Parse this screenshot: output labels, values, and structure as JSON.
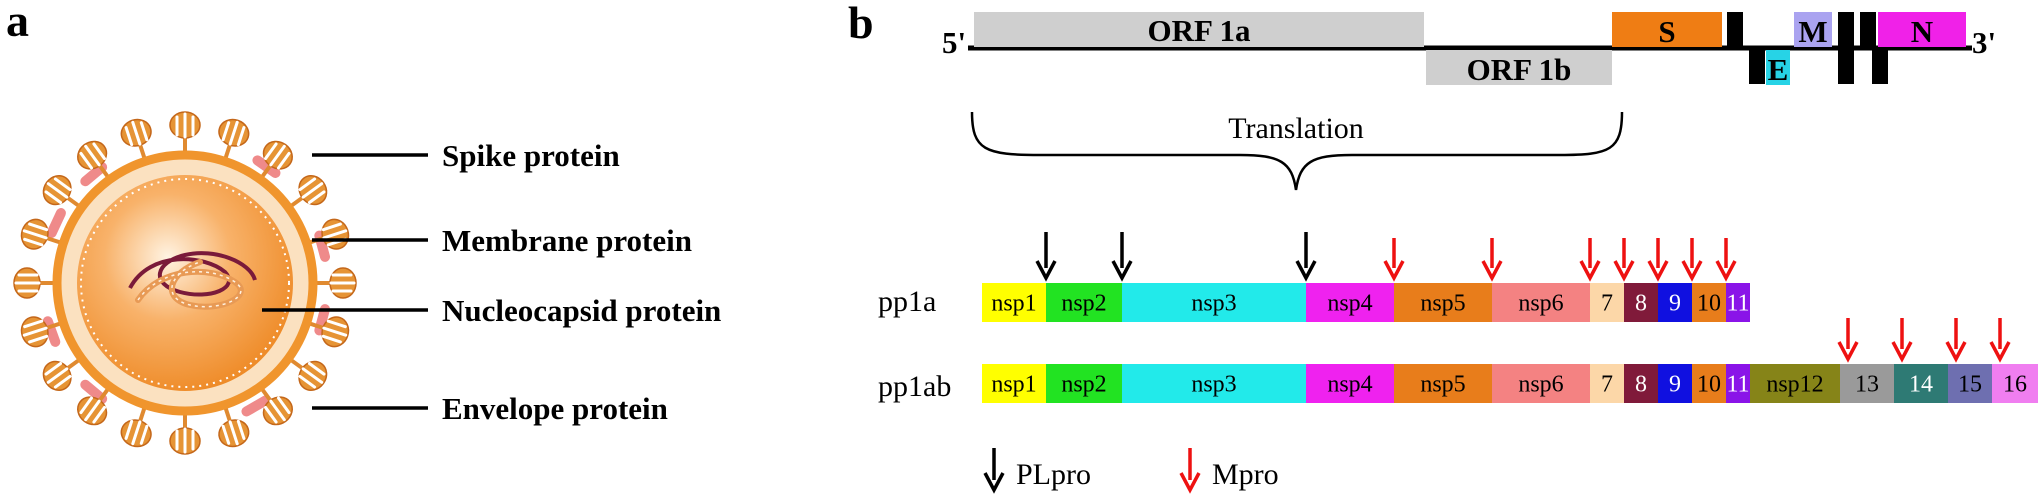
{
  "panel_a": {
    "label": "a",
    "callouts": [
      {
        "id": "spike",
        "text": "Spike protein"
      },
      {
        "id": "membrane",
        "text": "Membrane protein"
      },
      {
        "id": "nucleocapsid",
        "text": "Nucleocapsid protein"
      },
      {
        "id": "envelope",
        "text": "Envelope protein"
      }
    ],
    "colors": {
      "envelope": "#f0952d",
      "core": "#f5a150",
      "spike": "#e69435",
      "membrane": "#ef8a8a",
      "rna": "#7a1a3a"
    }
  },
  "panel_b": {
    "label": "b",
    "genome": {
      "five_prime": "5'",
      "three_prime": "3'",
      "orfs": [
        {
          "id": "orf1a",
          "label": "ORF 1a",
          "color": "#cfcfcf"
        },
        {
          "id": "orf1b",
          "label": "ORF 1b",
          "color": "#cfcfcf"
        },
        {
          "id": "s",
          "label": "S",
          "color": "#ef7d14"
        },
        {
          "id": "e",
          "label": "E",
          "color": "#27d3e6"
        },
        {
          "id": "m",
          "label": "M",
          "color": "#aaa3f0"
        },
        {
          "id": "n",
          "label": "N",
          "color": "#f021e8"
        }
      ]
    },
    "translation_label": "Translation",
    "polyproteins": [
      {
        "id": "pp1a",
        "label": "pp1a",
        "segments": [
          {
            "label": "nsp1",
            "color": "#ffff00"
          },
          {
            "label": "nsp2",
            "color": "#22e322"
          },
          {
            "label": "nsp3",
            "color": "#22eaea"
          },
          {
            "label": "nsp4",
            "color": "#ef22ef"
          },
          {
            "label": "nsp5",
            "color": "#e87d1b"
          },
          {
            "label": "nsp6",
            "color": "#f48282"
          },
          {
            "label": "7",
            "color": "#fcd7a8"
          },
          {
            "label": "8",
            "color": "#801a3a"
          },
          {
            "label": "9",
            "color": "#1010e0"
          },
          {
            "label": "10",
            "color": "#e87d1b"
          },
          {
            "label": "11",
            "color": "#8a14e8"
          }
        ]
      },
      {
        "id": "pp1ab",
        "label": "pp1ab",
        "segments": [
          {
            "label": "nsp1",
            "color": "#ffff00"
          },
          {
            "label": "nsp2",
            "color": "#22e322"
          },
          {
            "label": "nsp3",
            "color": "#22eaea"
          },
          {
            "label": "nsp4",
            "color": "#ef22ef"
          },
          {
            "label": "nsp5",
            "color": "#e87d1b"
          },
          {
            "label": "nsp6",
            "color": "#f48282"
          },
          {
            "label": "7",
            "color": "#fcd7a8"
          },
          {
            "label": "8",
            "color": "#801a3a"
          },
          {
            "label": "9",
            "color": "#1010e0"
          },
          {
            "label": "10",
            "color": "#e87d1b"
          },
          {
            "label": "11",
            "color": "#8a14e8"
          },
          {
            "label": "nsp12",
            "color": "#868418"
          },
          {
            "label": "13",
            "color": "#9a9a9a"
          },
          {
            "label": "14",
            "color": "#2e7a74"
          },
          {
            "label": "15",
            "color": "#6e6fb0"
          },
          {
            "label": "16",
            "color": "#f07ef0"
          }
        ]
      }
    ],
    "legend": [
      {
        "id": "plpro",
        "label": "PLpro",
        "color": "#000000"
      },
      {
        "id": "mpro",
        "label": "Mpro",
        "color": "#ee1111"
      }
    ]
  }
}
